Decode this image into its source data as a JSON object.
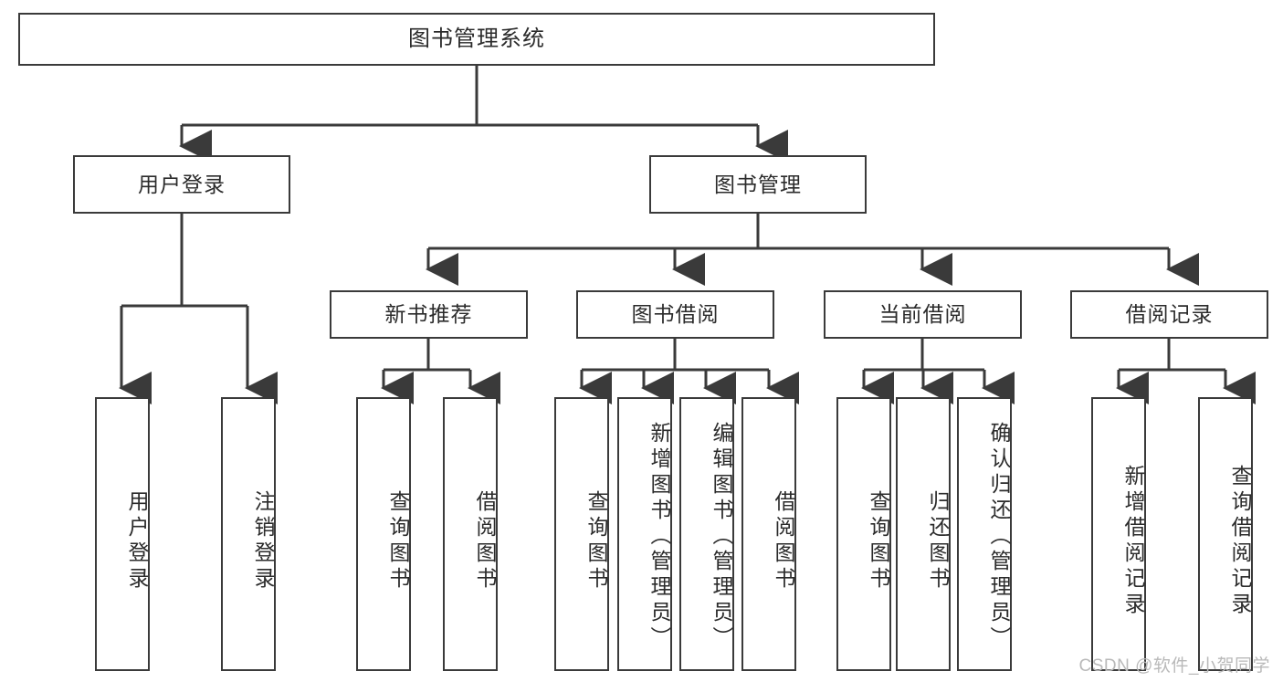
{
  "diagram": {
    "type": "tree-hierarchy",
    "title": "图书管理系统",
    "watermark": "CSDN @软件_小贺同学",
    "colors": {
      "stroke": "#3a3a3a",
      "fill": "#ffffff",
      "text": "#2b2b2b",
      "watermark": "#b9b9b9"
    },
    "nodes": {
      "root": "图书管理系统",
      "level1": [
        {
          "label": "用户登录"
        },
        {
          "label": "图书管理"
        }
      ],
      "level2": [
        {
          "label": "新书推荐"
        },
        {
          "label": "图书借阅"
        },
        {
          "label": "当前借阅"
        },
        {
          "label": "借阅记录"
        }
      ],
      "leaves_user_login": [
        {
          "label": "用户登录"
        },
        {
          "label": "注销登录"
        }
      ],
      "leaves_new_books": [
        {
          "label": "查询图书"
        },
        {
          "label": "借阅图书"
        }
      ],
      "leaves_borrow": [
        {
          "label": "查询图书"
        },
        {
          "label": "新增图书（管理员）"
        },
        {
          "label": "编辑图书（管理员）"
        },
        {
          "label": "借阅图书"
        }
      ],
      "leaves_current": [
        {
          "label": "查询图书"
        },
        {
          "label": "归还图书"
        },
        {
          "label": "确认归还（管理员）"
        }
      ],
      "leaves_records": [
        {
          "label": "新增借阅记录"
        },
        {
          "label": "查询借阅记录"
        }
      ]
    }
  }
}
